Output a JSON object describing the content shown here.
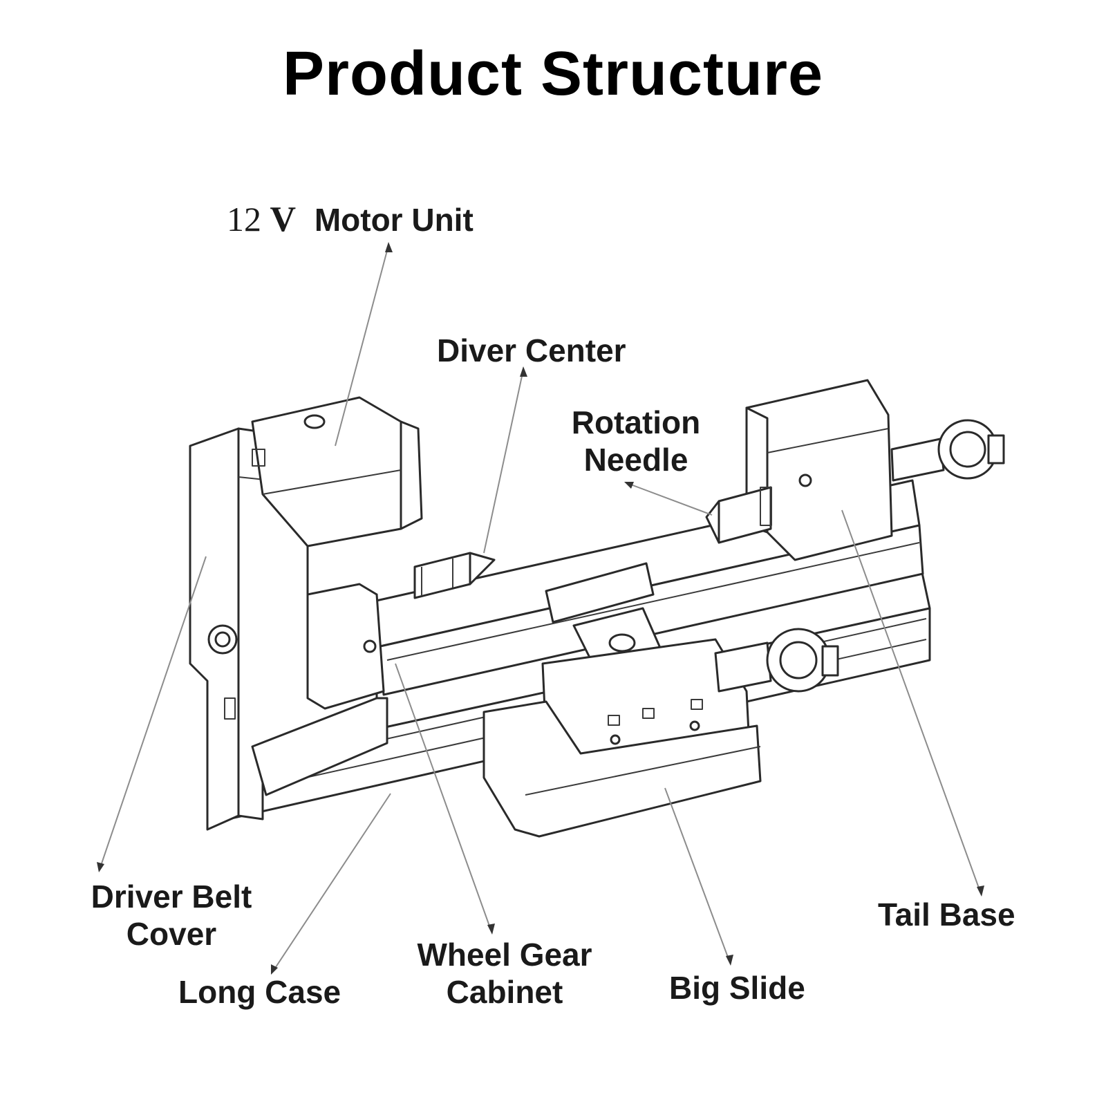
{
  "title": "Product Structure",
  "labels": {
    "motor_unit": {
      "voltage": "12",
      "unit": "V",
      "text": "Motor Unit"
    },
    "diver_center": "Diver Center",
    "rotation_needle": [
      "Rotation",
      "Needle"
    ],
    "driver_belt_cover": [
      "Driver Belt",
      "Cover"
    ],
    "long_case": "Long Case",
    "wheel_gear_cabinet": [
      "Wheel Gear",
      "Cabinet"
    ],
    "big_slide": "Big Slide",
    "tail_base": "Tail Base"
  },
  "colors": {
    "text": "#1a1a1a",
    "line": "#2a2a2a",
    "leader": "#8c8c8c",
    "background": "#ffffff"
  }
}
